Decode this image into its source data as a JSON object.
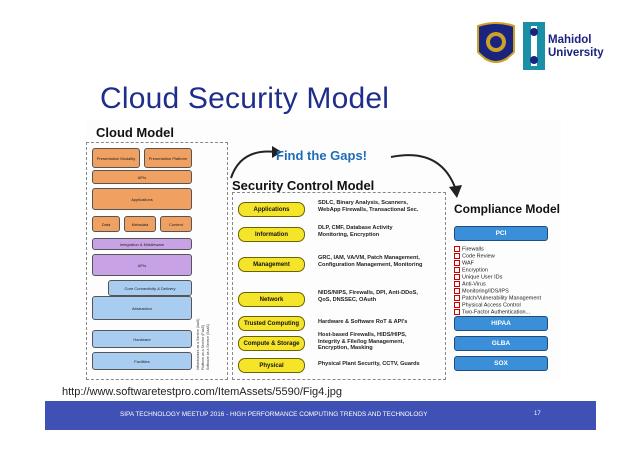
{
  "slide": {
    "title": "Cloud Security Model",
    "caption": "http://www.softwaretestpro.com/ItemAssets/5590/Fig4.jpg",
    "footer": "SIPA TECHNOLOGY MEETUP 2016 - HIGH PERFORMANCE COMPUTING TRENDS AND TECHNOLOGY",
    "page_number": "17"
  },
  "logo": {
    "line1": "Mahidol",
    "line2": "University",
    "colors": {
      "navy": "#1a237e",
      "gold": "#c9a227",
      "teal": "#1b8fa6"
    }
  },
  "figure": {
    "cloud_model": {
      "title": "Cloud Model",
      "presentation_modality": "Presentation Modality",
      "presentation_platform": "Presentation Platform",
      "apis_top": "APIs",
      "applications": "Applications",
      "data": "Data",
      "metadata": "Metadata",
      "content": "Content",
      "integration": "Integration & Middleware",
      "apis_mid": "APIs",
      "core_connectivity": "Core Connectivity & Delivery",
      "abstraction": "Abstraction",
      "hardware": "Hardware",
      "facilities": "Facilities",
      "side_labels": [
        "Infrastructure as a Service (IaaS)",
        "Platform as a Service (PaaS)",
        "Software as a Service (SaaS)"
      ]
    },
    "gaps_title": "Find the Gaps!",
    "security_control_model": {
      "title": "Security Control Model",
      "layers": [
        {
          "label": "Applications",
          "desc1": "SDLC, Binary Analysis, Scanners,",
          "desc2": "WebApp Firewalls, Transactional Sec."
        },
        {
          "label": "Information",
          "desc1": "DLP, CMF, Database Activity",
          "desc2": "Monitoring, Encryption"
        },
        {
          "label": "Management",
          "desc1": "GRC, IAM, VA/VM, Patch Management,",
          "desc2": "Configuration Management, Monitoring"
        },
        {
          "label": "Network",
          "desc1": "NIDS/NIPS, Firewalls, DPI, Anti-DDoS,",
          "desc2": "QoS, DNSSEC, OAuth"
        },
        {
          "label": "Trusted Computing",
          "desc1": "Hardware & Software RoT & API's",
          "desc2": ""
        },
        {
          "label": "Compute & Storage",
          "desc1": "Host-based Firewalls, HIDS/HIPS,",
          "desc2": "Integrity & File/log Management,",
          "desc3": "Encryption, Masking"
        },
        {
          "label": "Physical",
          "desc1": "Physical Plant Security, CCTV, Guards",
          "desc2": ""
        }
      ]
    },
    "compliance_model": {
      "title": "Compliance Model",
      "pci": "PCI",
      "checklist": [
        "Firewalls",
        "Code Review",
        "WAF",
        "Encryption",
        "Unique User IDs",
        "Anti-Virus",
        "Monitoring/IDS/IPS",
        "Patch/Vulnerability Management",
        "Physical Access Control",
        "Two-Factor Authentication..."
      ],
      "hipaa": "HIPAA",
      "glba": "GLBA",
      "sox": "SOX"
    }
  },
  "colors": {
    "title": "#1f2d8c",
    "footer_bg": "#3f51b5",
    "pill_yellow": "#f5e52a",
    "compliance_blue": "#3a8fd8"
  }
}
